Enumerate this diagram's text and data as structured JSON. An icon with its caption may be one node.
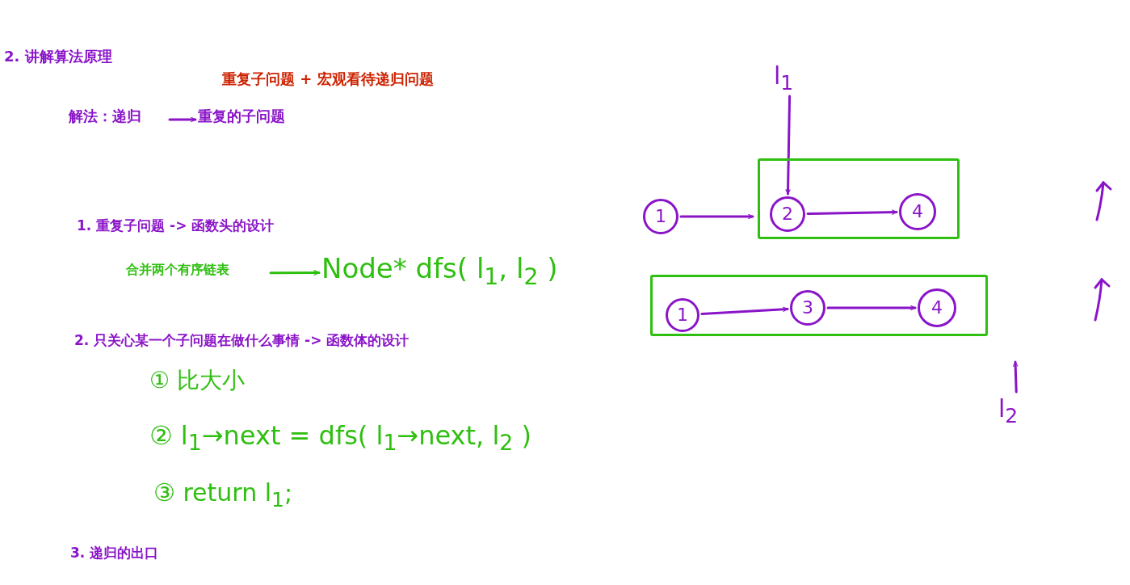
{
  "diagram": {
    "nodes": [
      {
        "text": [
          "解法：递归"
        ]
      },
      {
        "text": [
          "重复的子问题"
        ]
      },
      {
        "text": [
          "合并两个有序链表"
        ]
      },
      {
        "text": [
          "Node* dfs( l$_{1}$, l$_{2}$ )"
        ]
      },
      {
        "text": [
          "l$_{1}$"
        ]
      },
      {
        "text": [],
        "shape": "box"
      },
      {
        "text": [
          "2"
        ],
        "in": 5
      },
      {
        "text": [
          "4"
        ],
        "in": 5
      },
      {
        "text": [
          "1"
        ]
      },
      {
        "text": [],
        "shape": "box"
      },
      {
        "text": [
          "1"
        ],
        "in": 9
      },
      {
        "text": [
          "3"
        ],
        "in": 9
      },
      {
        "text": [
          "4"
        ],
        "in": 9
      },
      {
        "text": [
          "l$_{2}$"
        ]
      }
    ],
    "edges": [
      {
        "from": 0,
        "to": 1,
        "arrow": "to"
      },
      {
        "from": 2,
        "to": 3,
        "arrow": "to",
        "color": "#2fbf10"
      },
      {
        "from": 4,
        "to": 6,
        "arrow": "to"
      },
      {
        "from": 8,
        "to": 5,
        "arrow": "to"
      },
      {
        "from": 6,
        "to": 7,
        "arrow": "to"
      },
      {
        "from": 10,
        "to": 11,
        "arrow": "to"
      },
      {
        "from": 11,
        "to": 12,
        "arrow": "to"
      },
      {
        "from": 13,
        "to": null,
        "arrow": "to"
      }
    ],
    "labels": [
      "2. 讲解算法原理",
      "重复子问题 + 宏观看待递归问题",
      "1. 重复子问题 -> 函数头的设计",
      "2. 只关心某一个子问题在做什么事情 -> 函数体的设计",
      "① 比大小",
      "② l$_{1}$→next = dfs( l$_{1}$→next, l$_{2}$ )",
      "③ return l$_{1}$;",
      "3. 递归的出口"
    ]
  }
}
